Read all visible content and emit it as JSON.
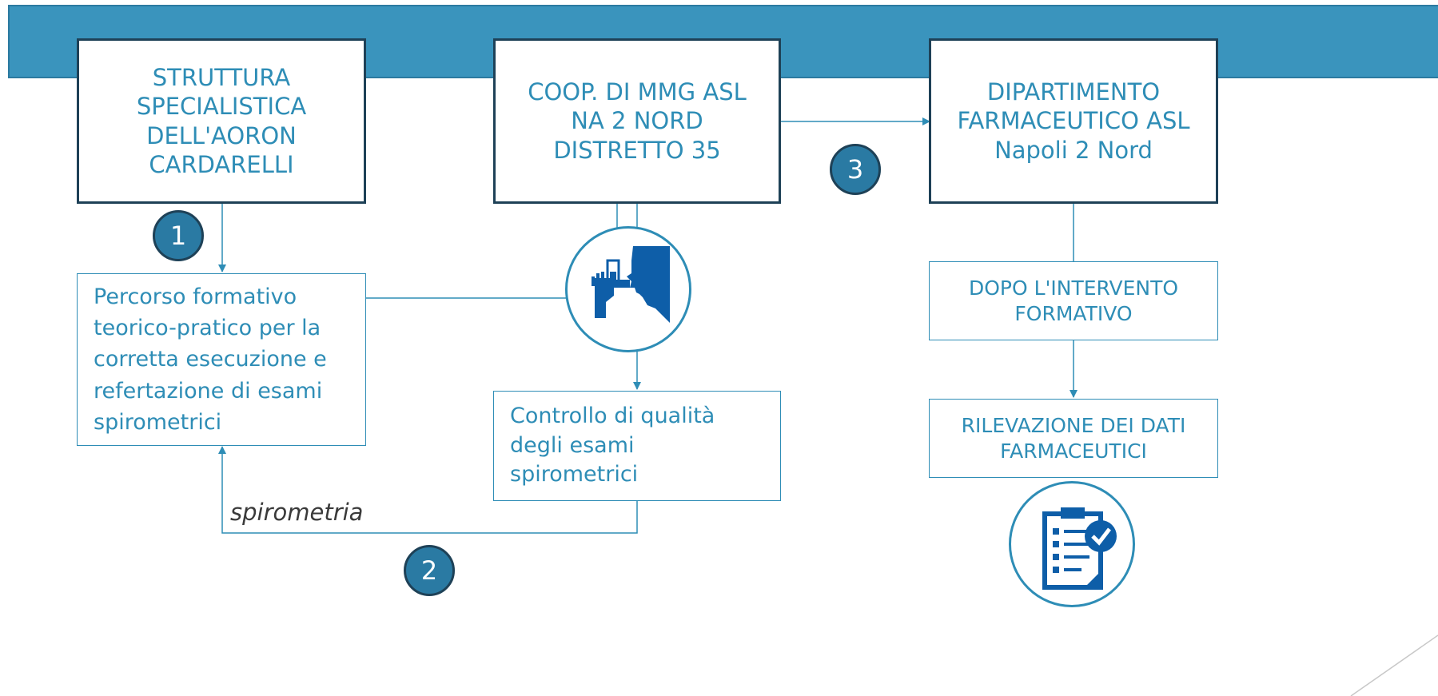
{
  "boxes": {
    "aoron": "STRUTTURA SPECIALISTICA DELL'AORON CARDARELLI",
    "coop": "COOP. DI MMG ASL NA 2 NORD DISTRETTO 35",
    "dipartimento": "DIPARTIMENTO FARMACEUTICO ASL Napoli 2 Nord",
    "percorso": "Percorso formativo teorico-pratico per la corretta esecuzione e refertazione di esami spirometrici",
    "controllo": "Controllo di qualità degli esami spirometrici",
    "dopo": "DOPO L'INTERVENTO FORMATIVO",
    "rilevazione": "RILEVAZIONE DEI DATI FARMACEUTICI"
  },
  "badges": {
    "one": "1",
    "two": "2",
    "three": "3"
  },
  "labels": {
    "spirometria": "spirometria"
  },
  "icons": {
    "spirometry": "spirometry-icon",
    "checklist": "checklist-icon"
  },
  "colors": {
    "banner": "#3a94bd",
    "accent": "#2e8db6",
    "badge": "#2a7aa3",
    "dark": "#1e4157"
  }
}
